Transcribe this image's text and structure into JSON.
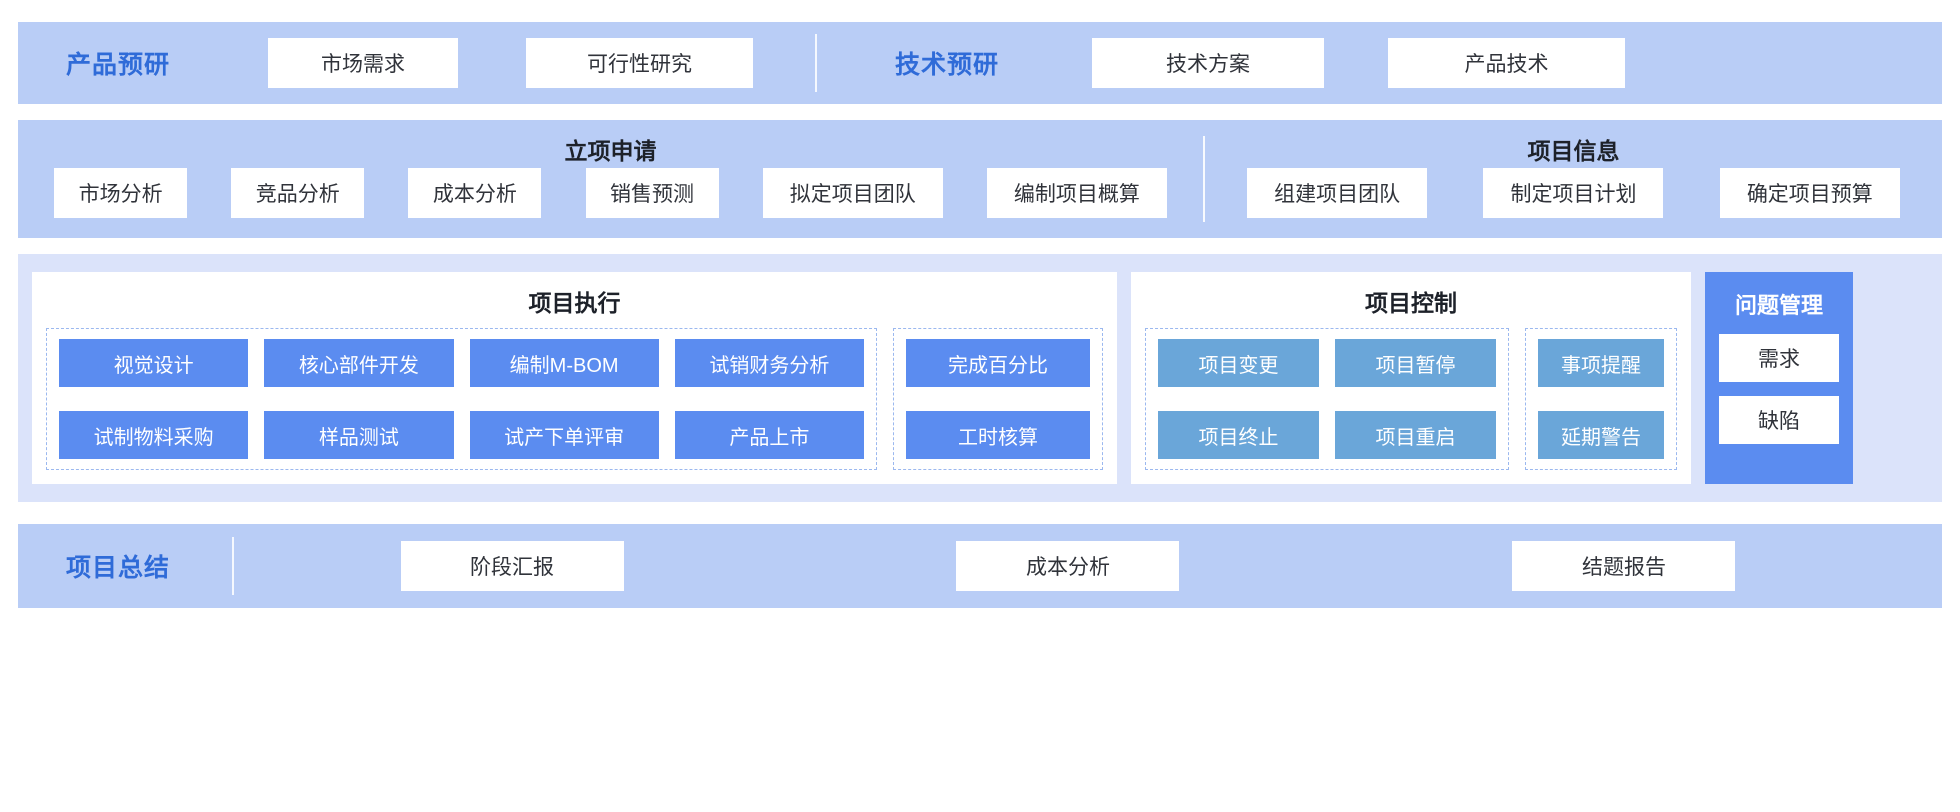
{
  "colors": {
    "band_dark": "#b9cdf6",
    "band_light": "#dbe3fa",
    "accent_blue": "#5b8cf0",
    "control_blue": "#6aa6d9",
    "title_blue": "#2f6bd8",
    "dashed_border": "#9bb8ef",
    "card_white": "#ffffff"
  },
  "pre_research": {
    "product": {
      "title": "产品预研",
      "chips": [
        "市场需求",
        "可行性研究"
      ]
    },
    "technology": {
      "title": "技术预研",
      "chips": [
        "技术方案",
        "产品技术"
      ]
    }
  },
  "application": {
    "project_application": {
      "title": "立项申请",
      "chips": [
        "市场分析",
        "竞品分析",
        "成本分析",
        "销售预测",
        "拟定项目团队",
        "编制项目概算"
      ]
    },
    "project_info": {
      "title": "项目信息",
      "chips": [
        "组建项目团队",
        "制定项目计划",
        "确定项目预算"
      ]
    }
  },
  "execution": {
    "project_execution": {
      "title": "项目执行",
      "group_main": {
        "row1": [
          "视觉设计",
          "核心部件开发",
          "编制M-BOM",
          "试销财务分析"
        ],
        "row2": [
          "试制物料采购",
          "样品测试",
          "试产下单评审",
          "产品上市"
        ]
      },
      "group_side": {
        "row1": [
          "完成百分比"
        ],
        "row2": [
          "工时核算"
        ]
      }
    },
    "project_control": {
      "title": "项目控制",
      "group_main": {
        "row1": [
          "项目变更",
          "项目暂停"
        ],
        "row2": [
          "项目终止",
          "项目重启"
        ]
      },
      "group_side": {
        "row1": [
          "事项提醒"
        ],
        "row2": [
          "延期警告"
        ]
      }
    },
    "issue_management": {
      "title": "问题管理",
      "chips": [
        "需求",
        "缺陷"
      ]
    }
  },
  "summary": {
    "title": "项目总结",
    "chips": [
      "阶段汇报",
      "成本分析",
      "结题报告"
    ]
  }
}
